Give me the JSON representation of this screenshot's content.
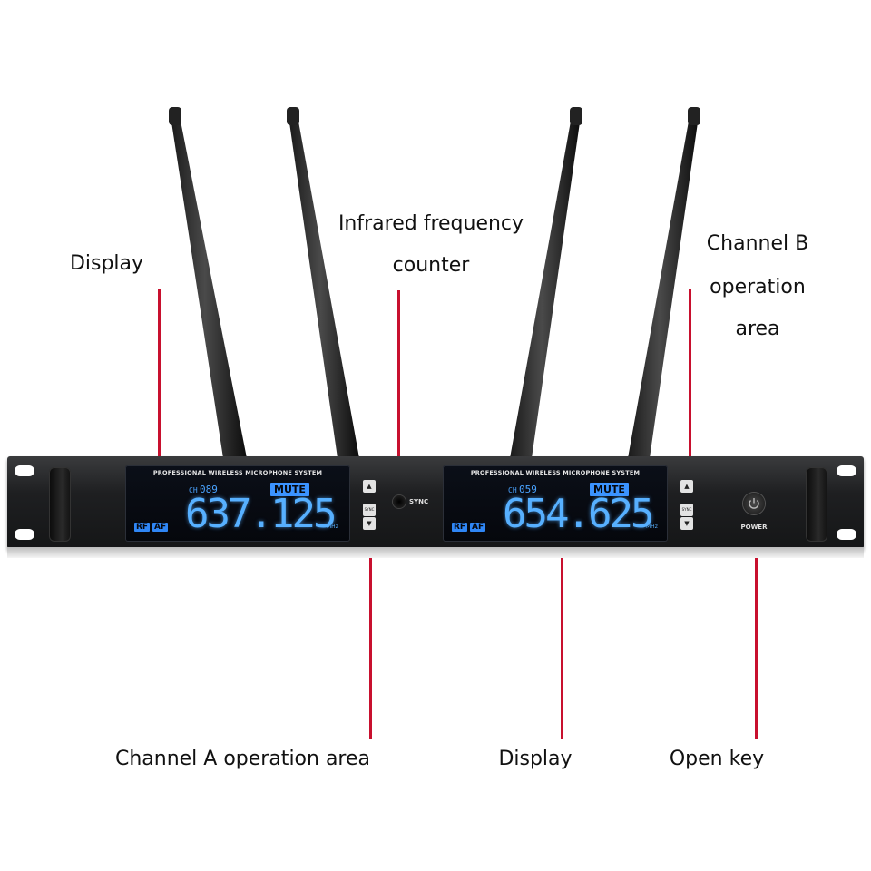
{
  "callouts": {
    "display_top": "Display",
    "infrared_line1": "Infrared frequency",
    "infrared_line2": "counter",
    "channel_b_line1": "Channel B",
    "channel_b_line2": "operation",
    "channel_b_line3": "area",
    "channel_a": "Channel A operation area",
    "display_bottom": "Display",
    "open_key": "Open key"
  },
  "receiver": {
    "channel_a": {
      "title": "PROFESSIONAL WIRELESS MICROPHONE SYSTEM",
      "ch_label": "CH",
      "ch_value": "089",
      "mute": "MUTE",
      "frequency": "637.125",
      "unit": "MHz",
      "rf": "RF",
      "af": "AF"
    },
    "channel_b": {
      "title": "PROFESSIONAL WIRELESS MICROPHONE SYSTEM",
      "ch_label": "CH",
      "ch_value": "059",
      "mute": "MUTE",
      "frequency": "654.625",
      "unit": "MHz",
      "rf": "RF",
      "af": "AF"
    },
    "sync_label": "SYNC",
    "button_sync_label": "SYNC",
    "power_label": "POWER",
    "up_arrow": "▲",
    "down_arrow": "▼"
  },
  "colors": {
    "pointer": "#c8102e",
    "lcd_digits": "#57b0ff",
    "mute_badge": "#3b93ff"
  }
}
